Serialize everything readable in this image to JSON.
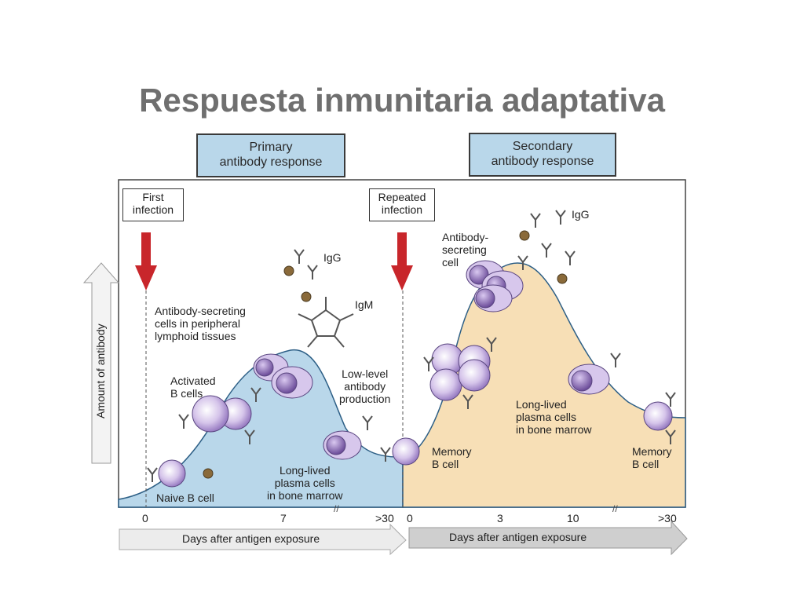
{
  "title": "Respuesta inmunitaria adaptativa",
  "primary_header": "Primary\nantibody response",
  "secondary_header": "Secondary\nantibody response",
  "events": {
    "first": "First\ninfection",
    "repeated": "Repeated\ninfection"
  },
  "y_axis_label": "Amount of antibody",
  "x_axis_label_primary": "Days after antigen exposure",
  "x_axis_label_secondary": "Days after antigen exposure",
  "ticks_primary": [
    "0",
    "7",
    ">30"
  ],
  "ticks_secondary": [
    "0",
    "3",
    "10",
    ">30"
  ],
  "labels": {
    "asc_peripheral": "Antibody-secreting\ncells in peripheral\nlymphoid tissues",
    "activated": "Activated\nB cells",
    "naive": "Naive B cell",
    "low_level": "Low-level\nantibody\nproduction",
    "long_lived_primary": "Long-lived\nplasma cells\nin bone marrow",
    "memory_primary": "Memory\nB cell",
    "asc_secondary": "Antibody-\nsecreting\ncell",
    "igg_primary": "IgG",
    "igm": "IgM",
    "igg_secondary": "IgG",
    "long_lived_secondary": "Long-lived\nplasma cells\nin bone marrow",
    "memory_secondary": "Memory\nB cell"
  },
  "colors": {
    "title": "#6f6f6f",
    "header_fill": "#b9d7ea",
    "primary_fill": "#b9d7ea",
    "secondary_fill": "#f7dfb6",
    "arrow": "#c8262b",
    "cell": "#c9b6e0",
    "nucleus": "#7d5aa6"
  }
}
